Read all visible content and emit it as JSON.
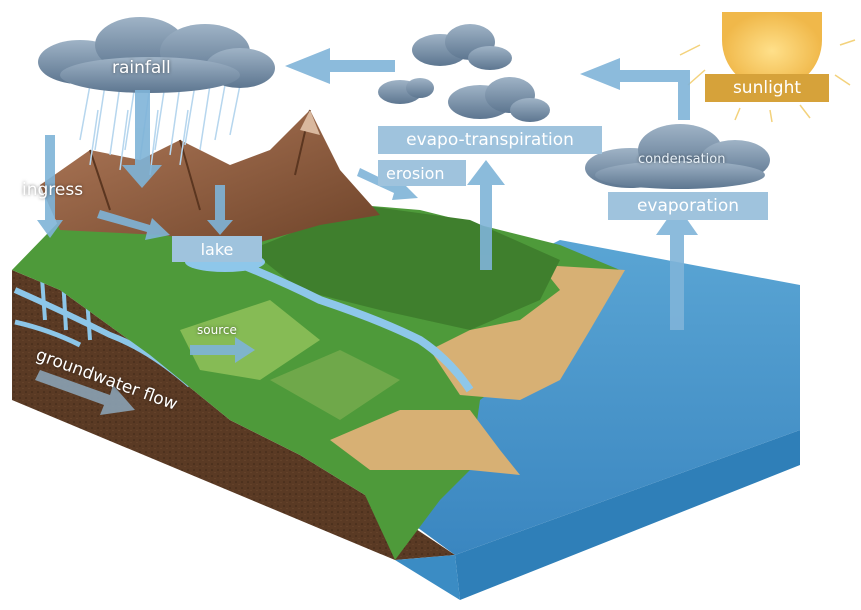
{
  "labels": {
    "rainfall": "rainfall",
    "ingress": "ingress",
    "lake": "lake",
    "source": "source",
    "groundwater_flow": "groundwater flow",
    "evapo_transpiration": "evapo-transpiration",
    "erosion": "erosion",
    "condensation": "condensation",
    "evaporation": "evaporation",
    "sunlight": "sunlight"
  },
  "icons": [
    "cloud-icon",
    "sun-icon",
    "rain-icon",
    "arrow-icon"
  ],
  "colors": {
    "sea": "#3d8fc4",
    "sea_side": "#2f7fb8",
    "soil": "#5a3a24",
    "vegetation": "#4e9a3a",
    "sand": "#d7b074",
    "label_box": "#9fc3dd",
    "arrow": "#7fb4d8",
    "sun": "#f0b84a"
  }
}
